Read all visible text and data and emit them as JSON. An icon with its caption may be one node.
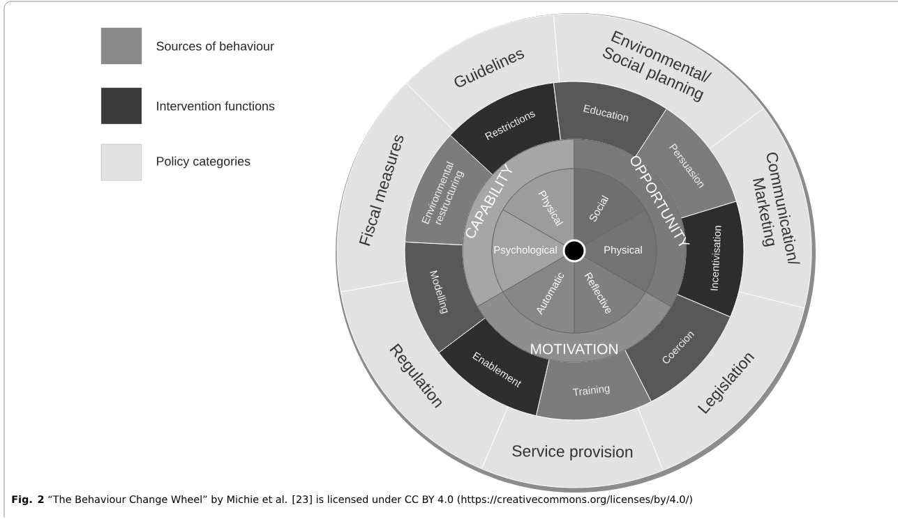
{
  "diagram": {
    "caption": "**Fig. 2** “The Behaviour Change Wheel” by Michie et al. [23] is licensed under CC BY 4.0 (https://creativecommons.org/licenses/by/4.0/)",
    "nodes": [
      {
        "text": [
          "Guidelines"
        ]
      },
      {
        "text": [
          "Environmental/ Social planning"
        ]
      },
      {
        "text": [
          "Communication/ Marketing"
        ]
      },
      {
        "text": [
          "Legislation"
        ]
      },
      {
        "text": [
          "Service provision"
        ]
      },
      {
        "text": [
          "Regulation"
        ]
      },
      {
        "text": [
          "Fiscal measures"
        ]
      },
      {
        "text": [
          "Restrictions"
        ]
      },
      {
        "text": [
          "Education"
        ]
      },
      {
        "text": [
          "Persuasion"
        ]
      },
      {
        "text": [
          "Incentivisation"
        ]
      },
      {
        "text": [
          "Coercion"
        ]
      },
      {
        "text": [
          "Training"
        ]
      },
      {
        "text": [
          "Enablement"
        ]
      },
      {
        "text": [
          "Modelling"
        ]
      },
      {
        "text": [
          "Environmental restructuring"
        ]
      },
      {
        "text": [
          "CAPABILITY"
        ]
      },
      {
        "text": [
          "OPPORTUNITY"
        ]
      },
      {
        "text": [
          "MOTIVATION"
        ]
      },
      {
        "text": [
          "Physical"
        ]
      },
      {
        "text": [
          "Psychological"
        ]
      },
      {
        "text": [
          "Social"
        ]
      },
      {
        "text": [
          "Physical"
        ]
      },
      {
        "text": [
          "Reflective"
        ]
      },
      {
        "text": [
          "Automatic"
        ]
      }
    ],
    "legend": [
      {
        "text": "Sources of behaviour",
        "color": "#8a8a8a"
      },
      {
        "text": "Intervention functions",
        "color": "#3a3a3a"
      },
      {
        "text": "Policy categories",
        "color": "#e2e2e2"
      }
    ]
  }
}
